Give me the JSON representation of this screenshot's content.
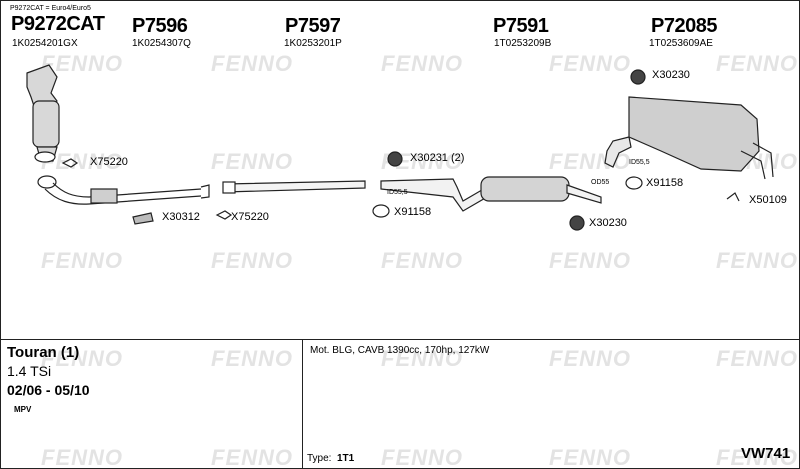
{
  "note": "P9272CAT = Euro4/Euro5",
  "parts": [
    {
      "number": "P9272CAT",
      "oe": "1K0254201GX"
    },
    {
      "number": "P7596",
      "oe": "1K0254307Q"
    },
    {
      "number": "P7597",
      "oe": "1K0253201P"
    },
    {
      "number": "P7591",
      "oe": "1T0253209B"
    },
    {
      "number": "P72085",
      "oe": "1T0253609AE"
    }
  ],
  "fittings": {
    "x30230_top": "X30230",
    "x75220_a": "X75220",
    "x30231": "X30231 (2)",
    "x91158_a": "X91158",
    "x30312": "X30312",
    "x75220_b": "X75220",
    "x91158_b": "X91158",
    "x30230_bot": "X30230",
    "x50109": "X50109"
  },
  "dims": {
    "id55_a": "ID55,5",
    "od55": "OD55",
    "id55_b": "ID55,5"
  },
  "watermark": "FENNO",
  "vehicle": {
    "model": "Touran (1)",
    "engine": "1.4 TSi",
    "years": "02/06 - 05/10",
    "body": "MPV"
  },
  "motor": "Mot. BLG, CAVB 1390cc, 170hp, 127kW",
  "type_label": "Type:",
  "type_value": "1T1",
  "code": "VW741"
}
